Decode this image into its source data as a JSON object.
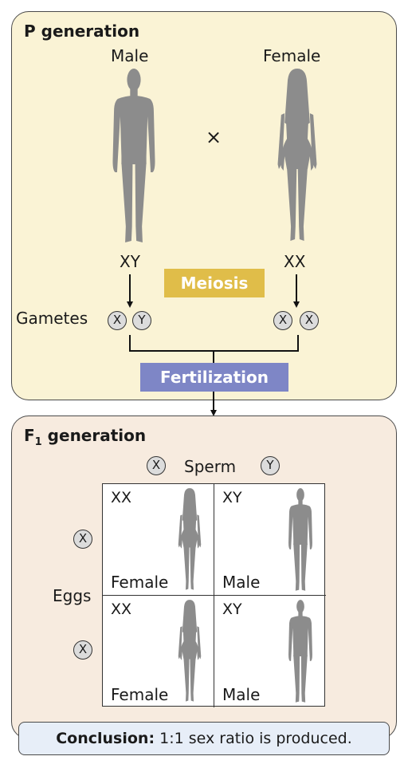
{
  "p_generation": {
    "title": "P generation",
    "male_label": "Male",
    "female_label": "Female",
    "cross_symbol": "×",
    "male_genotype": "XY",
    "female_genotype": "XX",
    "gametes_label": "Gametes",
    "male_gametes": [
      "X",
      "Y"
    ],
    "female_gametes": [
      "X",
      "X"
    ]
  },
  "processes": {
    "meiosis": "Meiosis",
    "fertilization": "Fertilization"
  },
  "f1_generation": {
    "title_prefix": "F",
    "title_sub": "1",
    "title_suffix": " generation",
    "sperm_label": "Sperm",
    "sperm": [
      "X",
      "Y"
    ],
    "eggs_label": "Eggs",
    "eggs": [
      "X",
      "X"
    ],
    "cells": [
      {
        "genotype": "XX",
        "sex": "Female"
      },
      {
        "genotype": "XY",
        "sex": "Male"
      },
      {
        "genotype": "XX",
        "sex": "Female"
      },
      {
        "genotype": "XY",
        "sex": "Male"
      }
    ]
  },
  "conclusion": {
    "label": "Conclusion:",
    "text": " 1:1 sex ratio is produced."
  },
  "colors": {
    "p_panel": "#faf3d5",
    "f_panel": "#f7ebdf",
    "meiosis_box": "#e0bd49",
    "fertilization_box": "#7e86c6",
    "silhouette": "#8c8c8c",
    "conclusion_box": "#e7eef8"
  }
}
